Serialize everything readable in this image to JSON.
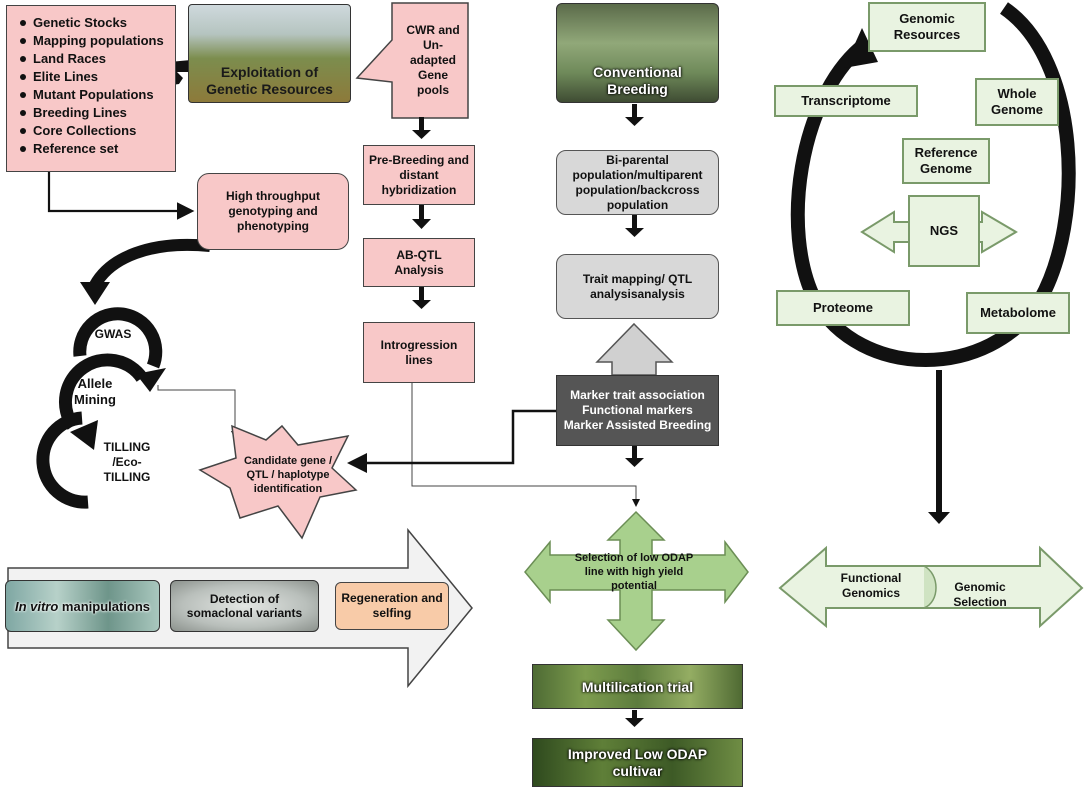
{
  "genetic_stocks": {
    "items": [
      "Genetic Stocks",
      "Mapping populations",
      "Land Races",
      "Elite Lines",
      "Mutant Populations",
      "Breeding Lines",
      "Core Collections",
      "Reference set"
    ]
  },
  "exploitation": {
    "label": "Exploitation of Genetic Resources"
  },
  "cwr": {
    "label": "CWR and Un-adapted Gene pools"
  },
  "conventional": {
    "label": "Conventional Breeding"
  },
  "prebreeding": {
    "label": "Pre-Breeding and distant hybridization"
  },
  "abqtl": {
    "label": "AB-QTL Analysis"
  },
  "introgression": {
    "label": "Introgression lines"
  },
  "htp": {
    "label": "High throughput genotyping and phenotyping"
  },
  "biparental": {
    "label": "Bi-parental population/multiparent population/backcross population"
  },
  "traitmap": {
    "label": "Trait mapping/ QTL analysisanalysis"
  },
  "marker": {
    "line1": "Marker trait association",
    "line2": "Functional markers",
    "line3": "Marker Assisted Breeding"
  },
  "cycle": {
    "gwas": "GWAS",
    "allele": "Allele Mining",
    "tilling": "TILLING /Eco-TILLING"
  },
  "candidate": {
    "label": "Candidate gene / QTL / haplotype identification"
  },
  "selection": {
    "label": "Selection of low ODAP line with high yield potential"
  },
  "multiplication": {
    "label": "Multilication trial"
  },
  "improved": {
    "label": "Improved Low ODAP cultivar"
  },
  "invitro": {
    "italic": "In vitro",
    "rest": " manipulations"
  },
  "somaclonal": {
    "label": "Detection of somaclonal variants"
  },
  "regeneration": {
    "label": "Regeneration and selfing"
  },
  "omics": {
    "genomic_resources": "Genomic Resources",
    "transcriptome": "Transcriptome",
    "whole_genome": "Whole Genome",
    "reference_genome": "Reference Genome",
    "ngs": "NGS",
    "proteome": "Proteome",
    "metabolome": "Metabolome",
    "functional_genomics": "Functional Genomics",
    "genomic_selection": "Genomic Selection"
  },
  "colors": {
    "pink": "#f8c8c8",
    "grey": "#d8d8d8",
    "light_green": "#e9f3e1",
    "selection_green": "#a8d08d",
    "regeneration_orange": "#f8cba8"
  }
}
